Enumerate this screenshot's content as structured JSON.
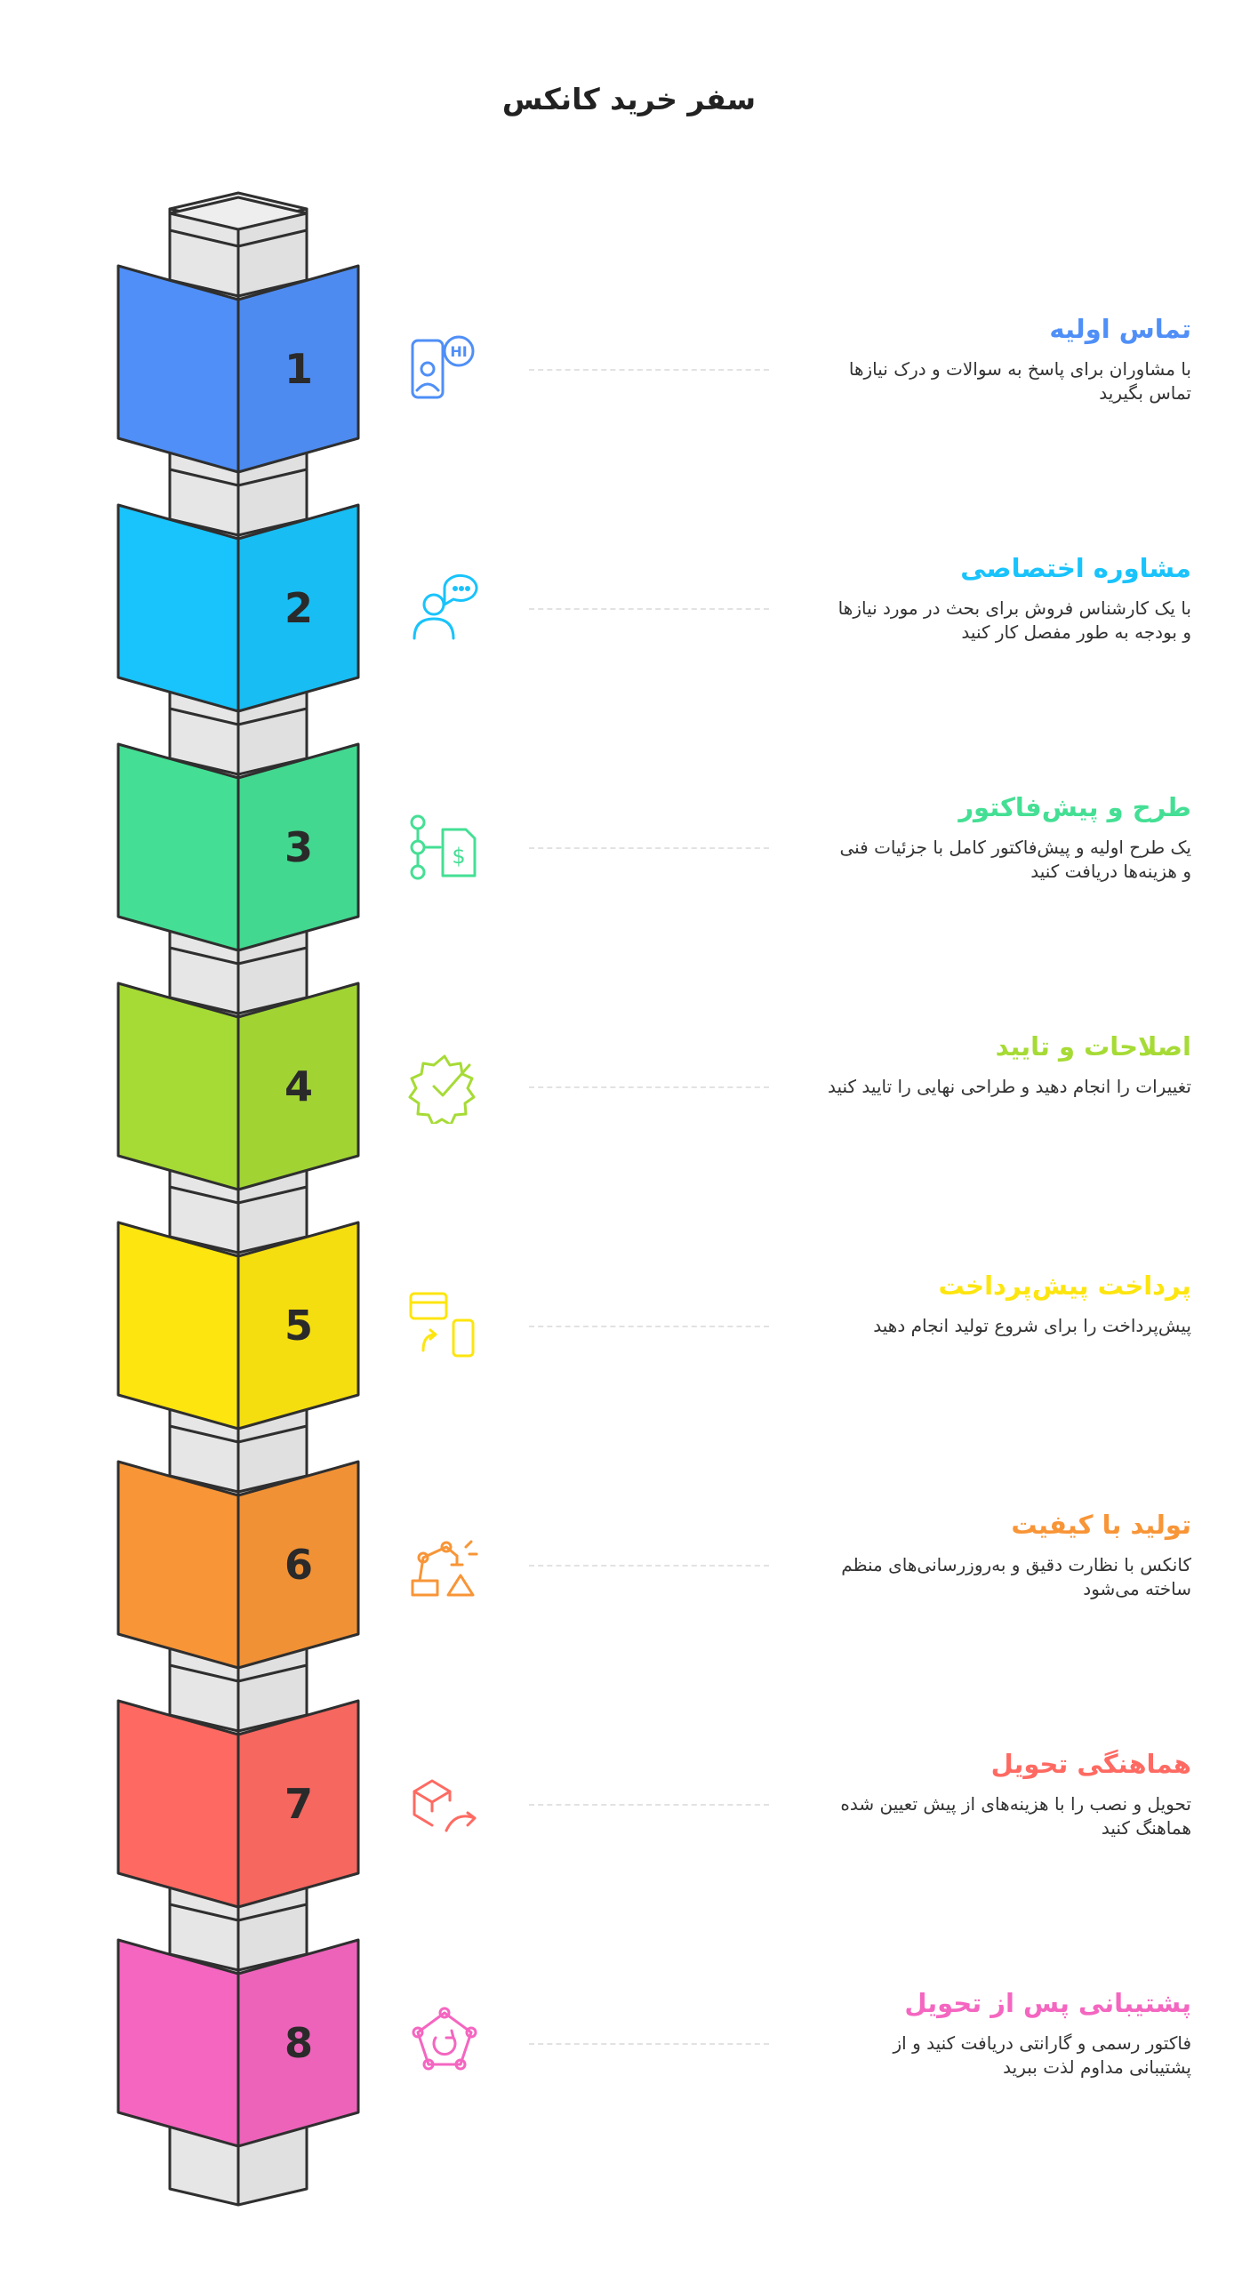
{
  "title": "سفر خرید کانکس",
  "steps": [
    {
      "number": "1",
      "title": "تماس اولیه",
      "description": "با مشاوران برای پاسخ به سوالات و درک نیازها تماس بگیرید",
      "color": "#4f8ff7",
      "icon": "phone-chat-icon"
    },
    {
      "number": "2",
      "title": "مشاوره اختصاصی",
      "description": "با یک کارشناس فروش برای بحث در مورد نیازها و بودجه به طور مفصل کار کنید",
      "color": "#19c3fb",
      "icon": "consultant-chat-icon"
    },
    {
      "number": "3",
      "title": "طرح و پیش‌فاکتور",
      "description": "یک طرح اولیه و پیش‌فاکتور کامل با جزئیات فنی و هزینه‌ها دریافت کنید",
      "color": "#44df94",
      "icon": "invoice-flow-icon"
    },
    {
      "number": "4",
      "title": "اصلاحات و تایید",
      "description": "تغییرات را انجام دهید و طراحی نهایی را تایید کنید",
      "color": "#a6db35",
      "icon": "gear-check-icon"
    },
    {
      "number": "5",
      "title": "پرداخت پیش‌پرداخت",
      "description": "پیش‌پرداخت را برای شروع تولید انجام دهید",
      "color": "#fde50f",
      "icon": "card-mobile-payment-icon"
    },
    {
      "number": "6",
      "title": "تولید با کیفیت",
      "description": "کانکس با نظارت دقیق و به‌روزرسانی‌های منظم ساخته می‌شود",
      "color": "#f89537",
      "icon": "robot-arm-icon"
    },
    {
      "number": "7",
      "title": "هماهنگی تحویل",
      "description": "تحویل و نصب را با هزینه‌های از پیش تعیین شده هماهنگ کنید",
      "color": "#fe6a62",
      "icon": "package-forward-icon"
    },
    {
      "number": "8",
      "title": "پشتیبانی پس از تحویل",
      "description": "فاکتور رسمی و گارانتی دریافت کنید و از پشتیبانی مداوم لذت ببرید",
      "color": "#f466c0",
      "icon": "support-cycle-icon"
    }
  ]
}
